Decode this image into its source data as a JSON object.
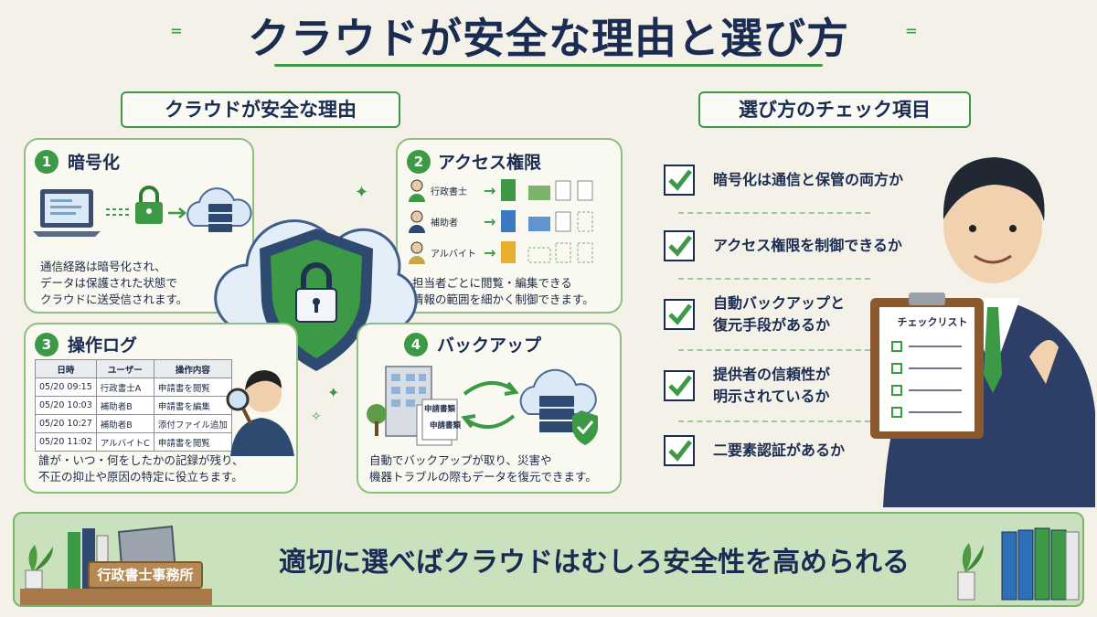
{
  "title": "クラウドが安全な理由と選び方",
  "left_header": "クラウドが安全な理由",
  "right_header": "選び方のチェック項目",
  "panels": {
    "encryption": {
      "num": "1",
      "title": "暗号化",
      "desc": [
        "通信経路は暗号化され、",
        "データは保護された状態で",
        "クラウドに送受信されます。"
      ]
    },
    "access": {
      "num": "2",
      "title": "アクセス権限",
      "roles": [
        "行政書士",
        "補助者",
        "アルバイト"
      ],
      "desc": [
        "担当者ごとに閲覧・編集できる",
        "情報の範囲を細かく制御できます。"
      ]
    },
    "log": {
      "num": "3",
      "title": "操作ログ",
      "columns": [
        "日時",
        "ユーザー",
        "操作内容"
      ],
      "rows": [
        [
          "05/20 09:15",
          "行政書士A",
          "申請書を閲覧"
        ],
        [
          "05/20 10:03",
          "補助者B",
          "申請書を編集"
        ],
        [
          "05/20 10:27",
          "補助者B",
          "添付ファイル追加"
        ],
        [
          "05/20 11:02",
          "アルバイトC",
          "申請書を閲覧"
        ]
      ],
      "desc": [
        "誰が・いつ・何をしたかの記録が残り、",
        "不正の抑止や原因の特定に役立ちます。"
      ]
    },
    "backup": {
      "num": "4",
      "title": "バックアップ",
      "doc_label": "申請書類",
      "desc": [
        "自動でバックアップが取り、災害や",
        "機器トラブルの際もデータを復元できます。"
      ]
    }
  },
  "checklist": [
    {
      "lines": [
        "暗号化は通信と保管の両方か"
      ]
    },
    {
      "lines": [
        "アクセス権限を制御できるか"
      ]
    },
    {
      "lines": [
        "自動バックアップと",
        "復元手段があるか"
      ]
    },
    {
      "lines": [
        "提供者の信頼性が",
        "明示されているか"
      ]
    },
    {
      "lines": [
        "二要素認証があるか"
      ]
    }
  ],
  "clipboard_title": "チェックリスト",
  "office_sign": "行政書士事務所",
  "banner": "適切に選べばクラウドはむしろ安全性を高められる",
  "colors": {
    "accent": "#3c9a46",
    "navy": "#1b2c52",
    "background": "#f4f1e8",
    "banner": "#c9e2bd"
  }
}
